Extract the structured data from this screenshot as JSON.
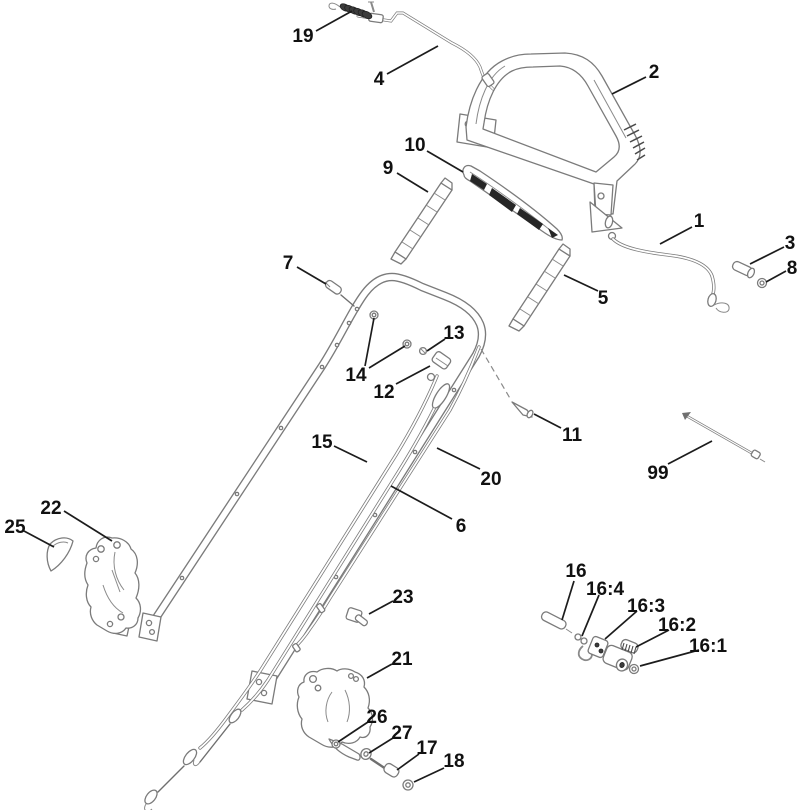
{
  "diagram": {
    "type": "exploded-parts-diagram",
    "subject": "lawn-mower-handle-assembly",
    "colors": {
      "background": "#ffffff",
      "line": "#7b7b7b",
      "label": "#111111",
      "leader": "#1c1c1c",
      "dark_fill": "#3c3c3c"
    },
    "callouts": [
      {
        "id": "19",
        "label": "19"
      },
      {
        "id": "4",
        "label": "4"
      },
      {
        "id": "2",
        "label": "2"
      },
      {
        "id": "10",
        "label": "10"
      },
      {
        "id": "9",
        "label": "9"
      },
      {
        "id": "5",
        "label": "5"
      },
      {
        "id": "1",
        "label": "1"
      },
      {
        "id": "3",
        "label": "3"
      },
      {
        "id": "8",
        "label": "8"
      },
      {
        "id": "7",
        "label": "7"
      },
      {
        "id": "13",
        "label": "13"
      },
      {
        "id": "14",
        "label": "14"
      },
      {
        "id": "12",
        "label": "12"
      },
      {
        "id": "11",
        "label": "11"
      },
      {
        "id": "15",
        "label": "15"
      },
      {
        "id": "20",
        "label": "20"
      },
      {
        "id": "6",
        "label": "6"
      },
      {
        "id": "99",
        "label": "99"
      },
      {
        "id": "22",
        "label": "22"
      },
      {
        "id": "25",
        "label": "25"
      },
      {
        "id": "23",
        "label": "23"
      },
      {
        "id": "21",
        "label": "21"
      },
      {
        "id": "26",
        "label": "26"
      },
      {
        "id": "27",
        "label": "27"
      },
      {
        "id": "17",
        "label": "17"
      },
      {
        "id": "18",
        "label": "18"
      },
      {
        "id": "16",
        "label": "16"
      },
      {
        "id": "16:4",
        "label": "16:4"
      },
      {
        "id": "16:3",
        "label": "16:3"
      },
      {
        "id": "16:2",
        "label": "16:2"
      },
      {
        "id": "16:1",
        "label": "16:1"
      }
    ]
  }
}
